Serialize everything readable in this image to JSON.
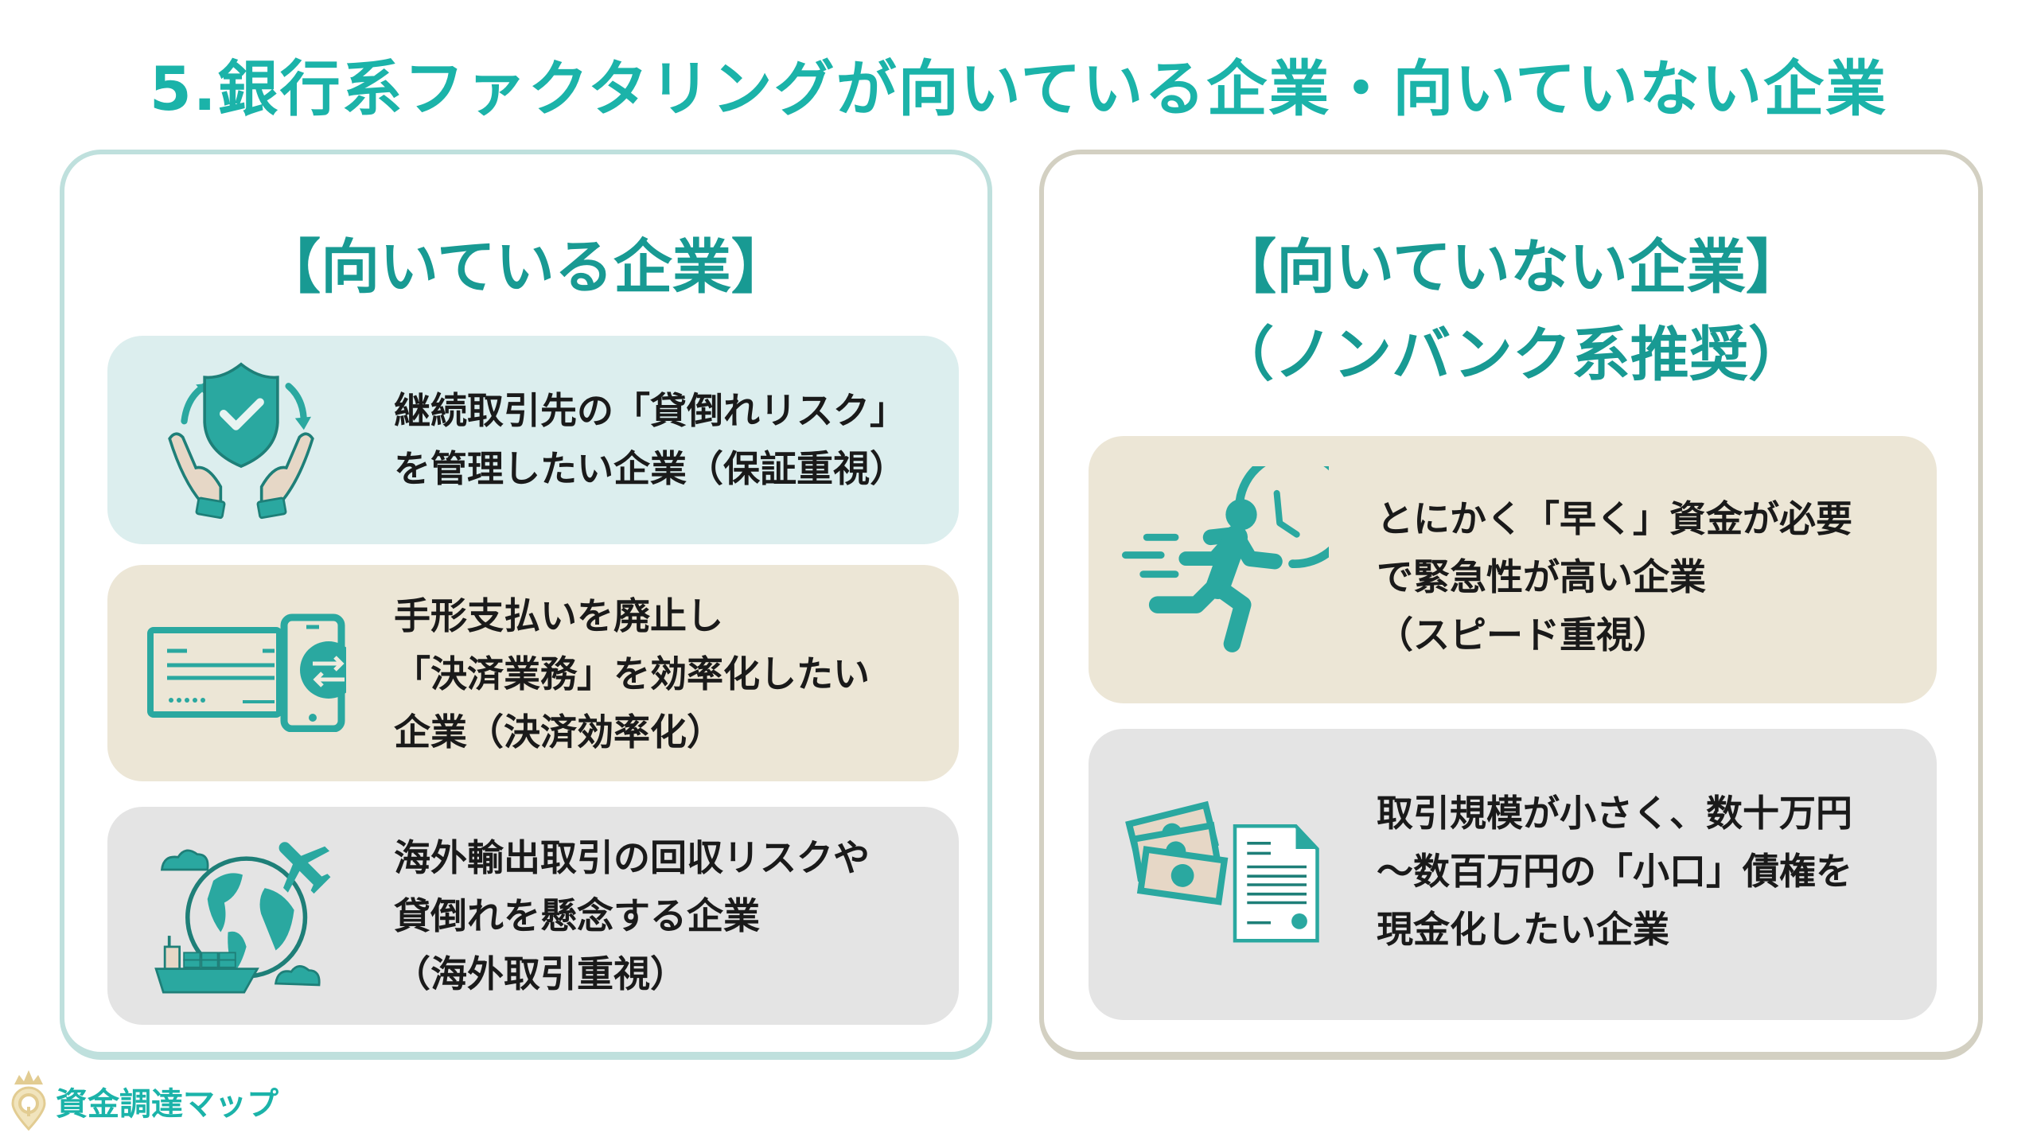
{
  "title": "5.銀行系ファクタリングが向いている企業・向いていない企業",
  "left_panel": {
    "heading": "【向いている企業】",
    "cards": [
      {
        "icon": "shield-hands-icon",
        "text": "継続取引先の「貸倒れリスク」\nを管理したい企業（保証重視）",
        "bg": "#dceeee"
      },
      {
        "icon": "cheque-phone-transfer-icon",
        "text": "手形支払いを廃止し\n「決済業務」を効率化したい\n企業（決済効率化）",
        "bg": "#ece6d6"
      },
      {
        "icon": "globe-trade-icon",
        "text": "海外輸出取引の回収リスクや\n貸倒れを懸念する企業\n（海外取引重視）",
        "bg": "#e4e4e4"
      }
    ]
  },
  "right_panel": {
    "heading_line1": "【向いていない企業】",
    "heading_line2": "（ノンバンク系推奨）",
    "cards": [
      {
        "icon": "running-clock-icon",
        "text": "とにかく「早く」資金が必要\nで緊急性が高い企業\n（スピード重視）",
        "bg": "#ece6d6"
      },
      {
        "icon": "money-document-icon",
        "text": "取引規模が小さく、数十万円\n～数百万円の「小口」債権を\n現金化したい企業",
        "bg": "#e4e4e4"
      }
    ]
  },
  "logo": {
    "text": "資金調達マップ",
    "icon": "crown-pin-icon"
  },
  "colors": {
    "title": "#1bb3a9",
    "heading": "#189a93",
    "icon_teal": "#2aa8a0",
    "icon_dark": "#1e7f78",
    "icon_beige": "#e6d7c6",
    "left_border": "#bfe0dd",
    "right_border": "#d3d0c2",
    "logo_gold": "#e2cc92"
  }
}
